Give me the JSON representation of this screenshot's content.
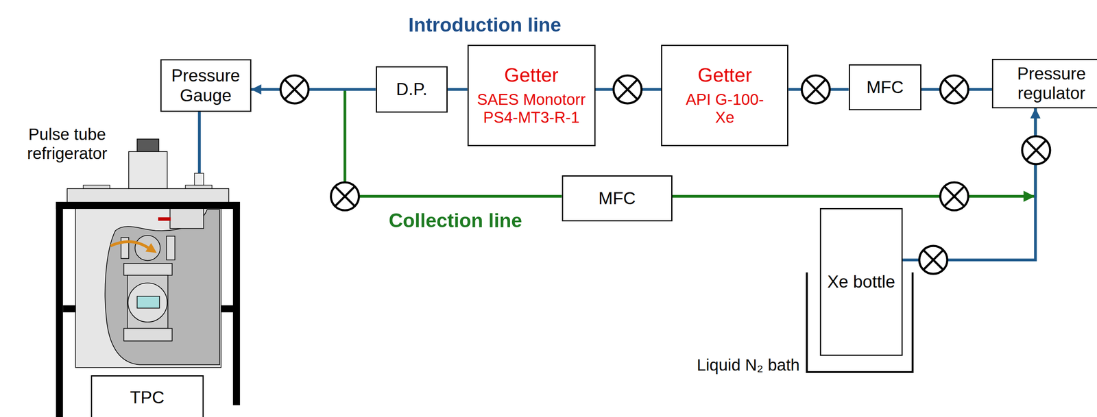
{
  "diagram": {
    "nodes": [
      {
        "text": [
          "Pressure Gauge"
        ]
      },
      {
        "text": [
          "D.P."
        ]
      },
      {
        "text": [
          "Getter",
          "SAES Monotorr PS4-MT3-R-1"
        ]
      },
      {
        "text": [
          "Getter",
          "API G-100-Xe"
        ]
      },
      {
        "text": [
          "MFC"
        ]
      },
      {
        "text": [
          "Pressure regulator"
        ]
      },
      {
        "text": [
          "MFC"
        ]
      },
      {
        "text": [
          "Liquid N₂ bath"
        ]
      },
      {
        "text": [
          "Xe bottle"
        ],
        "in": 7
      },
      {
        "text": [
          "TPC"
        ]
      }
    ],
    "edges": [
      {
        "from": 5,
        "to": 4,
        "arrow": "none"
      },
      {
        "from": 4,
        "to": 3,
        "arrow": "none"
      },
      {
        "from": 3,
        "to": 2,
        "arrow": "none"
      },
      {
        "from": 2,
        "to": 1,
        "arrow": "none"
      },
      {
        "from": 1,
        "to": 0,
        "arrow": "to"
      },
      {
        "from": 0,
        "to": 6,
        "arrow": "none"
      },
      {
        "from": 6,
        "to": 5,
        "arrow": "to"
      },
      {
        "from": 8,
        "to": 5,
        "arrow": "to"
      }
    ],
    "labels": [
      "Introduction line",
      "Collection line",
      "Pulse tube refrigerator"
    ]
  }
}
